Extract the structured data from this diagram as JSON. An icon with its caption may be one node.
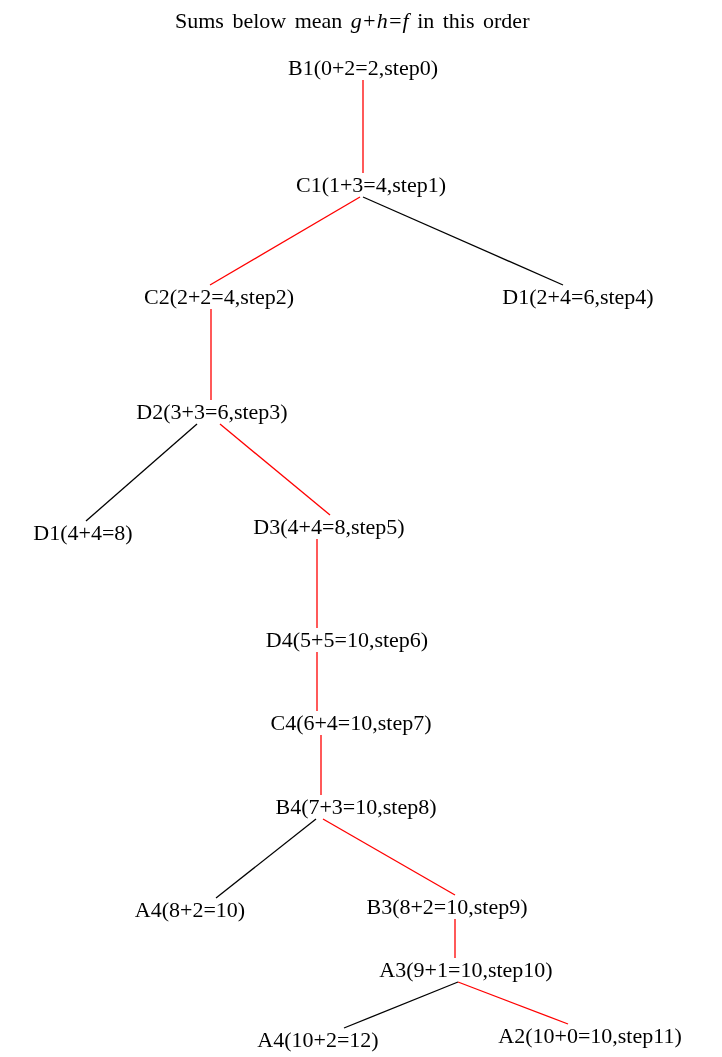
{
  "diagram": {
    "title": "Sums below mean *g+h=f* in this order",
    "nodes": [
      {
        "text": [
          "B1(0+2=2,step0)"
        ]
      },
      {
        "text": [
          "C1(1+3=4,step1)"
        ]
      },
      {
        "text": [
          "C2(2+2=4,step2)"
        ]
      },
      {
        "text": [
          "D1(2+4=6,step4)"
        ]
      },
      {
        "text": [
          "D2(3+3=6,step3)"
        ]
      },
      {
        "text": [
          "D1(4+4=8)"
        ]
      },
      {
        "text": [
          "D3(4+4=8,step5)"
        ]
      },
      {
        "text": [
          "D4(5+5=10,step6)"
        ]
      },
      {
        "text": [
          "C4(6+4=10,step7)"
        ]
      },
      {
        "text": [
          "B4(7+3=10,step8)"
        ]
      },
      {
        "text": [
          "A4(8+2=10)"
        ]
      },
      {
        "text": [
          "B3(8+2=10,step9)"
        ]
      },
      {
        "text": [
          "A3(9+1=10,step10)"
        ]
      },
      {
        "text": [
          "A4(10+2=12)"
        ]
      },
      {
        "text": [
          "A2(10+0=10,step11)"
        ]
      }
    ],
    "edges": [
      {
        "from": 0,
        "to": 1,
        "arrow": "none"
      },
      {
        "from": 1,
        "to": 2,
        "arrow": "none"
      },
      {
        "from": 1,
        "to": 3,
        "arrow": "none",
        "color": "#000000"
      },
      {
        "from": 2,
        "to": 4,
        "arrow": "none"
      },
      {
        "from": 4,
        "to": 5,
        "arrow": "none",
        "color": "#000000"
      },
      {
        "from": 4,
        "to": 6,
        "arrow": "none"
      },
      {
        "from": 6,
        "to": 7,
        "arrow": "none"
      },
      {
        "from": 7,
        "to": 8,
        "arrow": "none"
      },
      {
        "from": 8,
        "to": 9,
        "arrow": "none"
      },
      {
        "from": 9,
        "to": 10,
        "arrow": "none",
        "color": "#000000"
      },
      {
        "from": 9,
        "to": 11,
        "arrow": "none"
      },
      {
        "from": 11,
        "to": 12,
        "arrow": "none"
      },
      {
        "from": 12,
        "to": 13,
        "arrow": "none",
        "color": "#000000"
      },
      {
        "from": 12,
        "to": 14,
        "arrow": "none"
      }
    ]
  }
}
